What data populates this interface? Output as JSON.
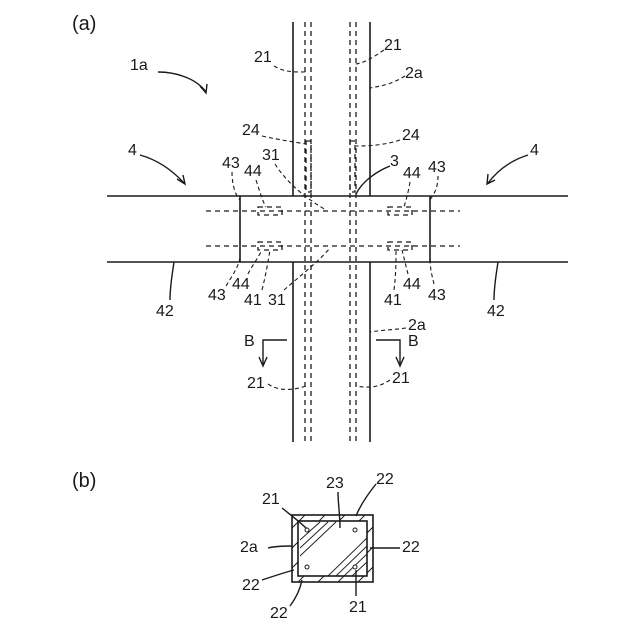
{
  "figure_a": {
    "title": "(a)",
    "labels": {
      "l_1a": "1a",
      "l_4_left": "4",
      "l_4_right": "4",
      "l_21_tl": "21",
      "l_21_tr": "21",
      "l_2a_top": "2a",
      "l_24_left": "24",
      "l_24_right": "24",
      "l_31_top": "31",
      "l_3": "3",
      "l_43_tl": "43",
      "l_44_tl": "44",
      "l_44_tr": "44",
      "l_43_tr": "43",
      "l_43_bl": "43",
      "l_44_bl": "44",
      "l_41_bl": "41",
      "l_31_bot": "31",
      "l_41_br": "41",
      "l_44_br": "44",
      "l_43_br": "43",
      "l_42_left": "42",
      "l_42_right": "42",
      "l_2a_bot": "2a",
      "l_B_left": "B",
      "l_B_right": "B",
      "l_21_bl": "21",
      "l_21_br": "21"
    }
  },
  "figure_b": {
    "title": "(b)",
    "labels": {
      "l_21_tl": "21",
      "l_23": "23",
      "l_22_tr": "22",
      "l_2a": "2a",
      "l_22_r": "22",
      "l_22_bl": "22",
      "l_22_b": "22",
      "l_21_b": "21"
    }
  }
}
